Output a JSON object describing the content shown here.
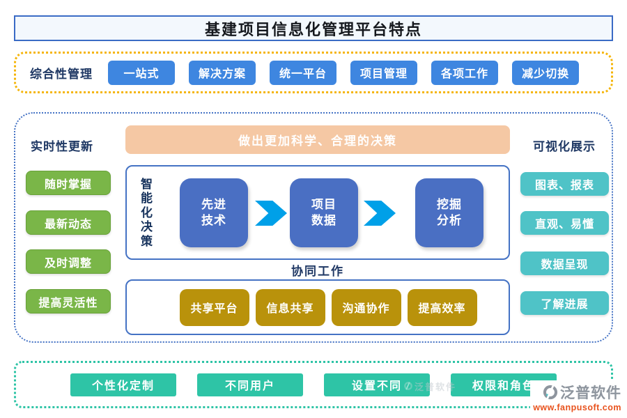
{
  "title": "基建项目信息化管理平台特点",
  "comprehensive": {
    "label": "综合性管理",
    "items": [
      "一站式",
      "解决方案",
      "统一平台",
      "项目管理",
      "各项工作",
      "减少切换"
    ]
  },
  "realtime": {
    "label": "实时性更新",
    "items": [
      "随时掌握",
      "最新动态",
      "及时调整",
      "提高灵活性"
    ]
  },
  "visualization": {
    "label": "可视化展示",
    "items": [
      "图表、报表",
      "直观、易懂",
      "数据呈现",
      "了解进展"
    ]
  },
  "decision": {
    "banner": "做出更加科学、合理的决策",
    "vertical_label": "智能化决策",
    "flow": [
      "先进\n技术",
      "项目\n数据",
      "挖掘\n分析"
    ]
  },
  "collaboration": {
    "label": "协同工作",
    "items": [
      "共享平台",
      "信息共享",
      "沟通协作",
      "提高效率"
    ]
  },
  "personalization": {
    "items": [
      "个性化定制",
      "不同用户",
      "设置不同",
      "权限和角色"
    ]
  },
  "watermark": {
    "name": "泛普软件",
    "url": "www.fanpusoft.com"
  },
  "colors": {
    "title_border": "#3a6bc5",
    "button_blue": "#3e86e0",
    "navy_text": "#1f3864",
    "green": "#7ab648",
    "peach_banner": "#f5c8a4",
    "flow_blue": "#4a6fc3",
    "arrow_cyan": "#00a0e8",
    "gold": "#b9920b",
    "teal": "#4fc3c7",
    "bottom_teal": "#2ec4a6",
    "yellow_border": "#f5b50a",
    "dotted_blue_border": "#4472c4",
    "watermark_orange": "#e8521d"
  }
}
